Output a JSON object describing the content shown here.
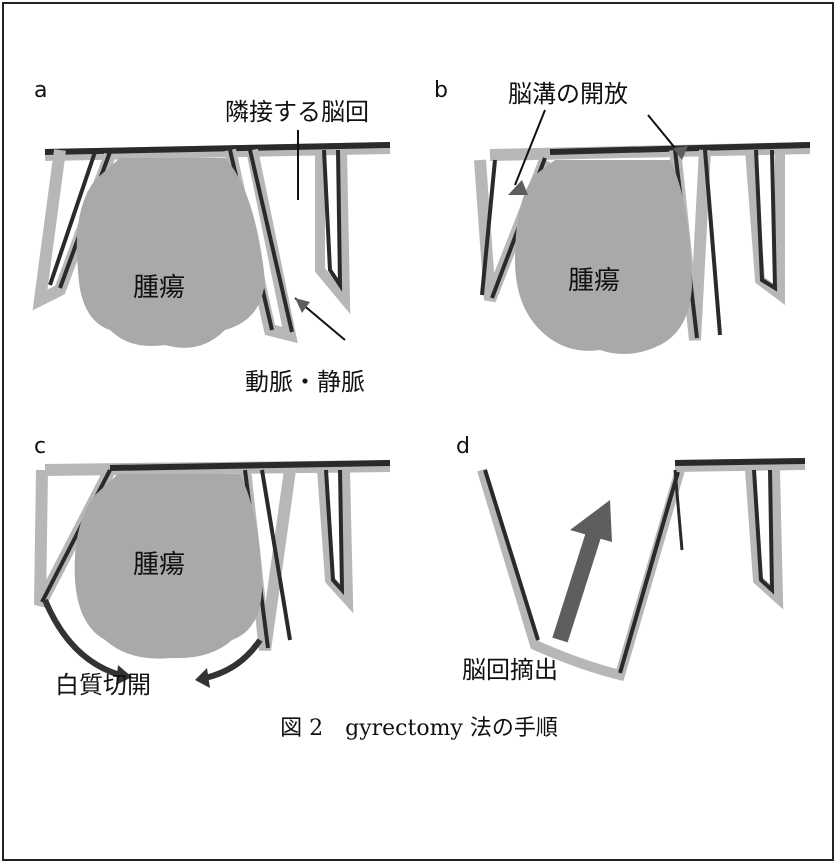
{
  "panels": {
    "a": {
      "label": "a",
      "callout_top": "隣接する脳回",
      "tumor_label": "腫瘍",
      "callout_bottom": "動脈・静脈"
    },
    "b": {
      "label": "b",
      "callout_top": "脳溝の開放",
      "tumor_label": "腫瘍"
    },
    "c": {
      "label": "c",
      "tumor_label": "腫瘍",
      "callout_bottom": "白質切開"
    },
    "d": {
      "label": "d",
      "callout_bottom": "脳回摘出"
    }
  },
  "caption": "図 2　gyrectomy 法の手順",
  "colors": {
    "tumor_fill": "#a9a9a9",
    "cortex_halo": "#b7b7b7",
    "dark_line": "#2a2a2a",
    "arrow_fill": "#5e5e5e"
  }
}
